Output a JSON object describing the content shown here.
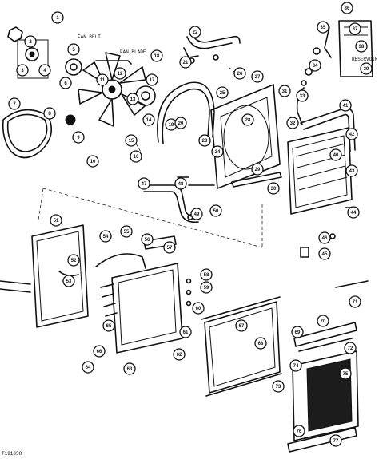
{
  "diagram": {
    "drawing_id": "T191058",
    "reference_labels": [
      "FAN BELT",
      "FAN BLADE",
      "RESERVOIR"
    ],
    "callouts": [
      "1",
      "2",
      "3",
      "4",
      "5",
      "6",
      "7",
      "8",
      "9",
      "10",
      "11",
      "12",
      "13",
      "14",
      "15",
      "16",
      "17",
      "18",
      "19",
      "20",
      "21",
      "22",
      "23",
      "24",
      "25",
      "26",
      "27",
      "28",
      "29",
      "30",
      "31",
      "32",
      "33",
      "34",
      "35",
      "36",
      "37",
      "38",
      "39",
      "40",
      "41",
      "42",
      "43",
      "44",
      "45",
      "46",
      "47",
      "48",
      "49",
      "50",
      "51",
      "52",
      "53",
      "54",
      "55",
      "56",
      "57",
      "58",
      "59",
      "60",
      "61",
      "62",
      "63",
      "64",
      "65",
      "66",
      "67",
      "68",
      "69",
      "70",
      "71",
      "72",
      "73",
      "74",
      "75",
      "76",
      "77"
    ]
  }
}
